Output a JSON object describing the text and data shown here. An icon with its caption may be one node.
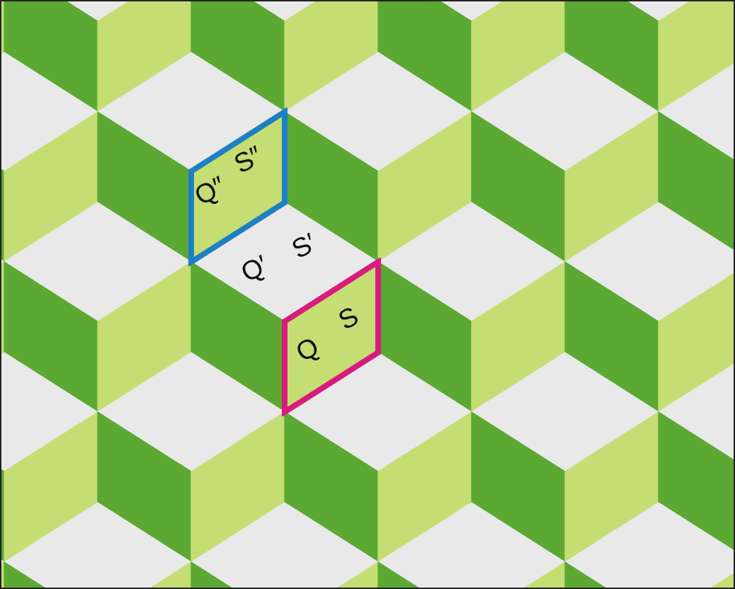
{
  "diagram": {
    "nodes": [
      {
        "text": [
          "Q″",
          "S″"
        ]
      },
      {
        "text": [
          "Q",
          "S"
        ]
      }
    ],
    "labels": [
      "Q′",
      "S′"
    ]
  }
}
